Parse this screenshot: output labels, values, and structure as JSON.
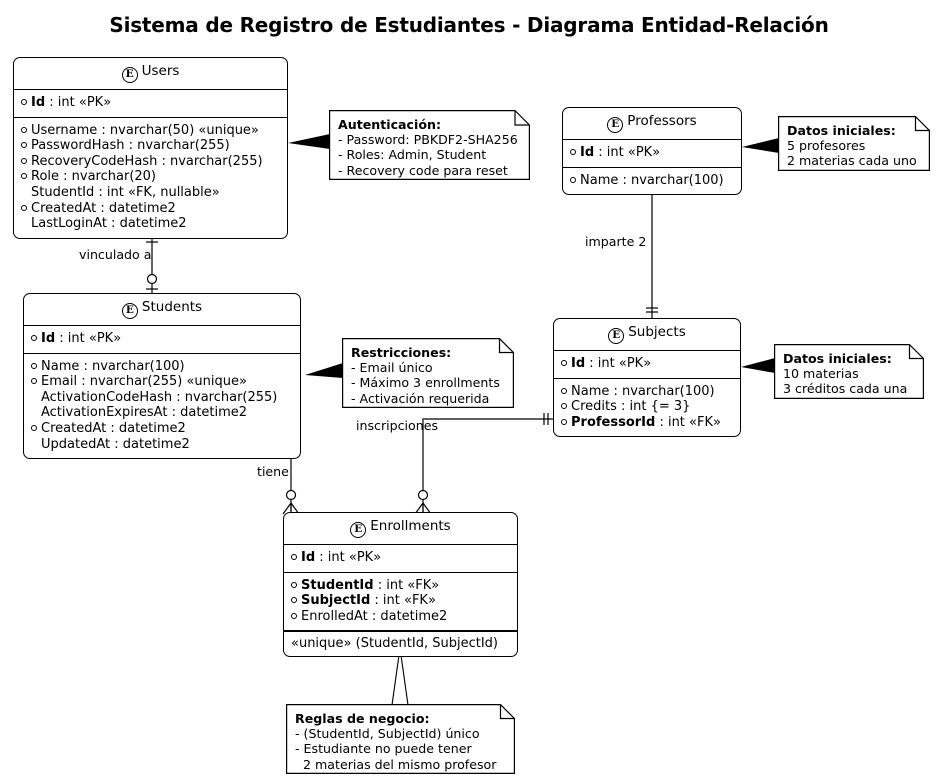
{
  "title": "Sistema de Registro de Estudiantes - Diagrama Entidad-Relación",
  "diagram": {
    "type": "entity-relationship",
    "notation": "crow's foot / UML",
    "entity_marker": "E"
  },
  "entities": [
    {
      "id": "users",
      "name": "Users",
      "marker": "E",
      "key_attributes": [
        {
          "bullet": true,
          "name": "Id",
          "bold": true,
          "rest": " : int «PK»"
        }
      ],
      "attributes": [
        {
          "bullet": true,
          "name": "Username",
          "bold": false,
          "rest": " : nvarchar(50) «unique»"
        },
        {
          "bullet": true,
          "name": "PasswordHash",
          "bold": false,
          "rest": " : nvarchar(255)"
        },
        {
          "bullet": true,
          "name": "RecoveryCodeHash",
          "bold": false,
          "rest": " : nvarchar(255)"
        },
        {
          "bullet": true,
          "name": "Role",
          "bold": false,
          "rest": " : nvarchar(20)"
        },
        {
          "bullet": false,
          "name": "StudentId",
          "bold": false,
          "rest": " : int «FK, nullable»"
        },
        {
          "bullet": true,
          "name": "CreatedAt",
          "bold": false,
          "rest": " : datetime2"
        },
        {
          "bullet": false,
          "name": "LastLoginAt",
          "bold": false,
          "rest": " : datetime2"
        }
      ]
    },
    {
      "id": "students",
      "name": "Students",
      "marker": "E",
      "key_attributes": [
        {
          "bullet": true,
          "name": "Id",
          "bold": true,
          "rest": " : int «PK»"
        }
      ],
      "attributes": [
        {
          "bullet": true,
          "name": "Name",
          "bold": false,
          "rest": " : nvarchar(100)"
        },
        {
          "bullet": true,
          "name": "Email",
          "bold": false,
          "rest": " : nvarchar(255) «unique»"
        },
        {
          "bullet": false,
          "name": "ActivationCodeHash",
          "bold": false,
          "rest": " : nvarchar(255)"
        },
        {
          "bullet": false,
          "name": "ActivationExpiresAt",
          "bold": false,
          "rest": " : datetime2"
        },
        {
          "bullet": true,
          "name": "CreatedAt",
          "bold": false,
          "rest": " : datetime2"
        },
        {
          "bullet": false,
          "name": "UpdatedAt",
          "bold": false,
          "rest": " : datetime2"
        }
      ]
    },
    {
      "id": "professors",
      "name": "Professors",
      "marker": "E",
      "key_attributes": [
        {
          "bullet": true,
          "name": "Id",
          "bold": true,
          "rest": " : int «PK»"
        }
      ],
      "attributes": [
        {
          "bullet": true,
          "name": "Name",
          "bold": false,
          "rest": " : nvarchar(100)"
        }
      ]
    },
    {
      "id": "subjects",
      "name": "Subjects",
      "marker": "E",
      "key_attributes": [
        {
          "bullet": true,
          "name": "Id",
          "bold": true,
          "rest": " : int «PK»"
        }
      ],
      "attributes": [
        {
          "bullet": true,
          "name": "Name",
          "bold": false,
          "rest": " : nvarchar(100)"
        },
        {
          "bullet": true,
          "name": "Credits",
          "bold": false,
          "rest": " : int {= 3}"
        },
        {
          "bullet": true,
          "name": "ProfessorId",
          "bold": true,
          "rest": " : int «FK»"
        }
      ]
    },
    {
      "id": "enrollments",
      "name": "Enrollments",
      "marker": "E",
      "key_attributes": [
        {
          "bullet": true,
          "name": "Id",
          "bold": true,
          "rest": " : int «PK»"
        }
      ],
      "attributes": [
        {
          "bullet": true,
          "name": "StudentId",
          "bold": true,
          "rest": " : int «FK»"
        },
        {
          "bullet": true,
          "name": "SubjectId",
          "bold": true,
          "rest": " : int «FK»"
        },
        {
          "bullet": true,
          "name": "EnrolledAt",
          "bold": false,
          "rest": " : datetime2"
        }
      ],
      "footer": "«unique» (StudentId, SubjectId)"
    }
  ],
  "notes": [
    {
      "id": "auth",
      "title": "Autenticación:",
      "lines": [
        "- Password: PBKDF2-SHA256",
        "- Roles: Admin, Student",
        "- Recovery code para reset"
      ]
    },
    {
      "id": "professors-seed",
      "title": "Datos iniciales:",
      "lines": [
        "5 profesores",
        "2 materias cada uno"
      ]
    },
    {
      "id": "constraints",
      "title": "Restricciones:",
      "lines": [
        "- Email único",
        "- Máximo 3 enrollments",
        "- Activación requerida"
      ]
    },
    {
      "id": "subjects-seed",
      "title": "Datos iniciales:",
      "lines": [
        "10 materias",
        "3 créditos cada una"
      ]
    },
    {
      "id": "business-rules",
      "title": "Reglas de negocio:",
      "lines": [
        "- (StudentId, SubjectId) único",
        "- Estudiante no puede tener",
        "  2 materias del mismo profesor"
      ]
    }
  ],
  "relationships": [
    {
      "id": "users-students",
      "label": "vinculado a",
      "from": "Users",
      "to": "Students",
      "from_card": "one",
      "to_card": "zero-or-one"
    },
    {
      "id": "professors-subjects",
      "label": "imparte 2",
      "from": "Professors",
      "to": "Subjects",
      "from_card": "one",
      "to_card": "one"
    },
    {
      "id": "students-enrollments",
      "label": "tiene",
      "from": "Students",
      "to": "Enrollments",
      "from_card": "one",
      "to_card": "zero-or-many"
    },
    {
      "id": "subjects-enrollments",
      "label": "inscripciones",
      "from": "Subjects",
      "to": "Enrollments",
      "from_card": "one",
      "to_card": "zero-or-many"
    }
  ],
  "colors": {
    "stroke": "#000000",
    "background": "#ffffff",
    "text": "#000000"
  }
}
